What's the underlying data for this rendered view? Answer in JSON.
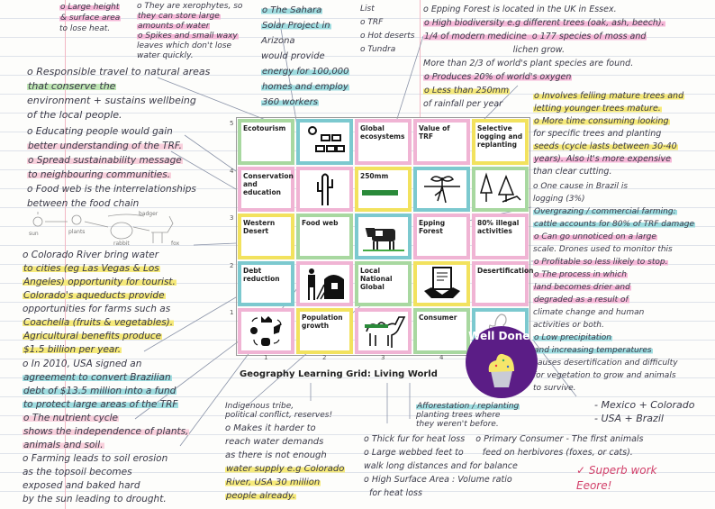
{
  "title": "Geography Learning Grid: Living World",
  "sticker": "Well Done!",
  "grid": {
    "row_numbers": [
      "5",
      "4",
      "3",
      "2",
      "1"
    ],
    "col_numbers": [
      "1",
      "2",
      "3",
      "4"
    ],
    "cells": [
      {
        "label": "Ecotourism",
        "border": "#a8d8a0"
      },
      {
        "icon": "solar-panel-icon",
        "border": "#7cc9cf"
      },
      {
        "label": "Global ecosystems",
        "border": "#f0b4d4"
      },
      {
        "label": "Value of TRF",
        "border": "#f0b4d4"
      },
      {
        "label": "Selective logging and replanting",
        "border": "#f2e25e"
      },
      {
        "label": "Conservation and education",
        "border": "#f0b4d4"
      },
      {
        "icon": "cactus-icon",
        "border": "#f0b4d4"
      },
      {
        "label": "250mm",
        "border": "#f2e25e"
      },
      {
        "icon": "seedling-roots-icon",
        "border": "#7cc9cf"
      },
      {
        "icon": "felled-trees-icon",
        "border": "#a8d8a0"
      },
      {
        "label": "Western Desert",
        "border": "#f2e25e"
      },
      {
        "label": "Food web",
        "border": "#a8d8a0"
      },
      {
        "icon": "cow-icon",
        "border": "#7cc9cf"
      },
      {
        "label": "Epping Forest",
        "border": "#f0b4d4"
      },
      {
        "label": "80% illegal activities",
        "border": "#f0b4d4"
      },
      {
        "label": "Debt reduction",
        "border": "#7cc9cf"
      },
      {
        "icon": "farmer-barn-icon",
        "border": "#f0b4d4"
      },
      {
        "label": "Local National Global",
        "border": "#a8d8a0"
      },
      {
        "icon": "handshake-contract-icon",
        "border": "#f2e25e"
      },
      {
        "label": "Desertification",
        "border": "#f0b4d4"
      },
      {
        "icon": "nutrient-cycle-icon",
        "border": "#f0b4d4"
      },
      {
        "label": "Population growth",
        "border": "#f2e25e"
      },
      {
        "icon": "camel-icon",
        "border": "#f0b4d4"
      },
      {
        "label": "Consumer",
        "border": "#a8d8a0"
      },
      {
        "icon": "polar-bear-icon",
        "border": "#7cc9cf"
      }
    ]
  },
  "food_chain_doodle": [
    "sun",
    "plants",
    "rabbit",
    "badger",
    "fox"
  ],
  "notes": [
    {
      "id": "n-height",
      "lines": [
        {
          "t": "o Large height",
          "hl": "#f6b8d8"
        },
        {
          "t": "& surface area",
          "hl": "#f6b8d8"
        },
        {
          "t": "to lose heat."
        }
      ]
    },
    {
      "id": "n-xero",
      "lines": [
        {
          "t": "o They are xerophytes, so"
        },
        {
          "t": "they can store large",
          "hl": "#f6b8d8"
        },
        {
          "t": "amounts of water",
          "hl": "#f6b8d8"
        },
        {
          "t": "o Spikes and small waxy",
          "hl": "#f6b8d8"
        },
        {
          "t": "leaves which don't lose"
        },
        {
          "t": "water quickly."
        }
      ]
    },
    {
      "id": "n-solar",
      "lines": [
        {
          "t": "o The Sahara",
          "hl": "#9fdde0"
        },
        {
          "t": "Solar Project in",
          "hl": "#9fdde0"
        },
        {
          "t": "Arizona"
        },
        {
          "t": "would provide"
        },
        {
          "t": "energy for 100,000",
          "hl": "#9fdde0"
        },
        {
          "t": "homes and employ",
          "hl": "#9fdde0"
        },
        {
          "t": "360 workers",
          "hl": "#9fdde0"
        }
      ]
    },
    {
      "id": "n-list",
      "lines": [
        {
          "t": "List"
        },
        {
          "t": "o TRF"
        },
        {
          "t": "o Hot deserts"
        },
        {
          "t": "o Tundra"
        }
      ]
    },
    {
      "id": "n-resp",
      "lines": [
        {
          "t": "o Responsible travel to natural areas"
        },
        {
          "t": "that conserve the",
          "hl": "#bfe6b4"
        },
        {
          "t": "environment + sustains wellbeing"
        },
        {
          "t": "of the local people."
        }
      ]
    },
    {
      "id": "n-edu",
      "lines": [
        {
          "t": "o Educating people would gain"
        },
        {
          "t": "better understanding of the TRF.",
          "hl": "#f9d0dc"
        },
        {
          "t": "o Spread sustainability message",
          "hl": "#f9d0dc"
        },
        {
          "t": "to neighbouring communities.",
          "hl": "#f9d0dc"
        },
        {
          "t": "o Food web is the interrelationships"
        },
        {
          "t": "between the food chain"
        }
      ]
    },
    {
      "id": "n-colorado",
      "lines": [
        {
          "t": "o Colorado River bring water"
        },
        {
          "t": "to cities (eg Las Vegas & Los",
          "hl": "#f6ea7a"
        },
        {
          "t": "Angeles) opportunity for tourist.",
          "hl": "#f6ea7a"
        },
        {
          "t": "Colorado's aqueducts provide",
          "hl": "#f6ea7a"
        },
        {
          "t": "opportunities for farms such as"
        },
        {
          "t": "Coachella (fruits & vegetables).",
          "hl": "#f6ea7a"
        },
        {
          "t": "Agricultural benefits produce",
          "hl": "#f6ea7a"
        },
        {
          "t": "$1.5 billion per year.",
          "hl": "#f6ea7a"
        }
      ]
    },
    {
      "id": "n-usa",
      "lines": [
        {
          "t": "o In 2010, USA signed an"
        },
        {
          "t": "agreement to convert Brazilian",
          "hl": "#9fdde0"
        },
        {
          "t": "debt of $13.5 million into a fund",
          "hl": "#9fdde0"
        },
        {
          "t": "to protect large areas of the TRF",
          "hl": "#9fdde0"
        },
        {
          "t": "o The nutrient cycle",
          "hl": "#f9d0dc"
        },
        {
          "t": "shows the independence of plants,",
          "hl": "#f9d0dc"
        },
        {
          "t": "animals and soil.",
          "hl": "#f9d0dc"
        },
        {
          "t": "o Farming leads to soil erosion"
        },
        {
          "t": "as the topsoil becomes"
        },
        {
          "t": "exposed and baked hard"
        },
        {
          "t": "by the sun leading to drought."
        }
      ]
    },
    {
      "id": "n-indig",
      "lines": [
        {
          "t": "Indigenous tribe,"
        },
        {
          "t": "political conflict, reserves!"
        }
      ]
    },
    {
      "id": "n-makes",
      "lines": [
        {
          "t": "o Makes it harder to"
        },
        {
          "t": "reach water demands"
        },
        {
          "t": "as there is not enough"
        },
        {
          "t": "water supply e.g Colorado",
          "hl": "#f6ea7a"
        },
        {
          "t": "River, USA 30 million",
          "hl": "#f6ea7a"
        },
        {
          "t": "people already.",
          "hl": "#f6ea7a"
        }
      ]
    },
    {
      "id": "n-epping",
      "lines": [
        {
          "t": "o Epping Forest is located in the UK in Essex."
        },
        {
          "t": "o High biodiversity e.g different trees (oak, ash, beech).",
          "hl": "#f6b8d8"
        },
        {
          "t": "1/4 of modern medicine  o 177 species of moss and",
          "hl": "#f6b8d8"
        },
        {
          "t": "                                 lichen grow."
        },
        {
          "t": "More than 2/3 of world's plant species are found."
        },
        {
          "t": "o Produces 20% of world's oxygen",
          "hl": "#f6b8d8"
        },
        {
          "t": "o Less than 250mm",
          "hl": "#f6ea7a"
        },
        {
          "t": "of rainfall per year"
        }
      ]
    },
    {
      "id": "n-sel",
      "lines": [
        {
          "t": "o Involves felling mature trees and",
          "hl": "#f6ea7a"
        },
        {
          "t": "letting younger trees mature.",
          "hl": "#f6ea7a"
        },
        {
          "t": "o More time consuming looking",
          "hl": "#f6ea7a"
        },
        {
          "t": "for specific trees and planting"
        },
        {
          "t": "seeds (cycle lasts between 30-40",
          "hl": "#f6ea7a"
        },
        {
          "t": "years). Also it's more expensive",
          "hl": "#f6b8d8"
        },
        {
          "t": "than clear cutting."
        }
      ]
    },
    {
      "id": "n-over",
      "lines": [
        {
          "t": "o One cause in Brazil is"
        },
        {
          "t": "logging (3%)"
        },
        {
          "t": "Overgrazing / commercial farming:",
          "hl": "#9fdde0"
        },
        {
          "t": "cattle accounts for 80% of TRF damage",
          "hl": "#9fdde0"
        },
        {
          "t": "o Can go unnoticed on a large",
          "hl": "#f6b8d8"
        },
        {
          "t": "scale. Drones used to monitor this"
        },
        {
          "t": "o Profitable so less likely to stop.",
          "hl": "#f6b8d8"
        },
        {
          "t": "o The process in which",
          "hl": "#f6b8d8"
        },
        {
          "t": "land becomes drier and",
          "hl": "#f6b8d8"
        },
        {
          "t": "degraded as a result of",
          "hl": "#f6b8d8"
        },
        {
          "t": "climate change and human"
        },
        {
          "t": "activities or both."
        },
        {
          "t": "o Low precipitation",
          "hl": "#9fdde0"
        },
        {
          "t": "and increasing temperatures",
          "hl": "#9fdde0"
        },
        {
          "t": "causes desertification and difficulty"
        },
        {
          "t": "for vegetation to grow and animals"
        },
        {
          "t": "to survive."
        }
      ]
    },
    {
      "id": "n-countries",
      "lines": [
        {
          "t": "- Mexico + Colorado"
        },
        {
          "t": "- USA + Brazil"
        }
      ]
    },
    {
      "id": "n-affor",
      "lines": [
        {
          "t": "Afforestation / replanting",
          "hl": "#9fdde0"
        },
        {
          "t": "planting trees where"
        },
        {
          "t": "they weren't before."
        }
      ]
    },
    {
      "id": "n-bottom",
      "lines": [
        {
          "t": "o Thick fur for heat loss    o Primary Consumer - The first animals"
        },
        {
          "t": "o Large webbed feet to       feed on herbivores (foxes, or cats)."
        },
        {
          "t": "walk long distances and for balance"
        },
        {
          "t": "o High Surface Area : Volume ratio"
        },
        {
          "t": "  for heat loss"
        }
      ]
    },
    {
      "id": "n-superb",
      "lines": [
        {
          "t": "✓ Superb work"
        },
        {
          "t": "Eeore!"
        }
      ]
    }
  ]
}
